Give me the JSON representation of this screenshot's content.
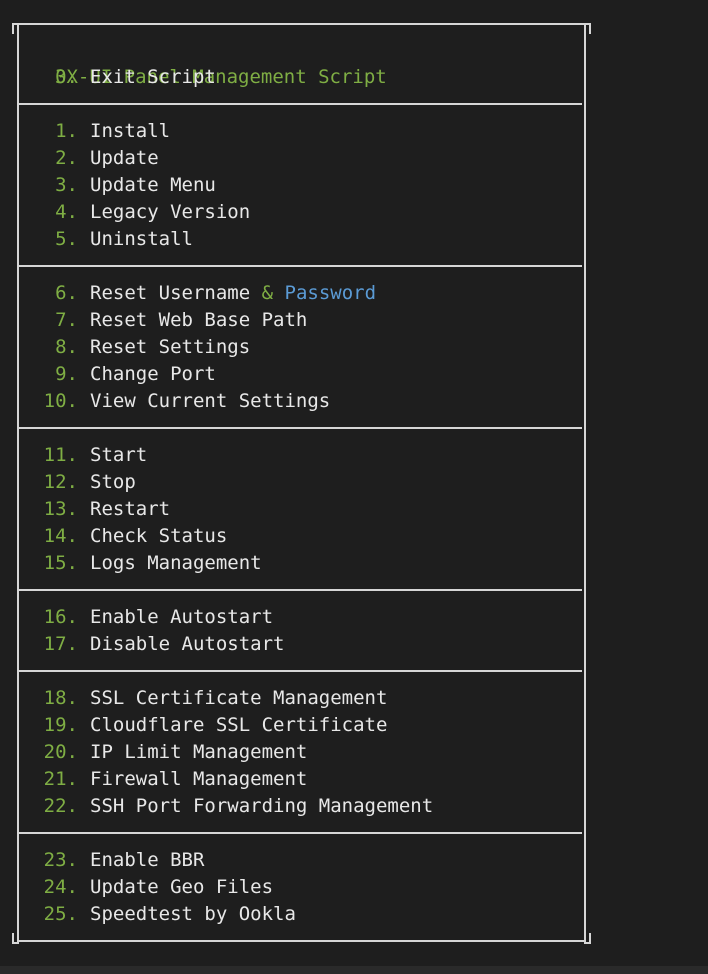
{
  "header": {
    "title": "3X-UI Panel Management Script"
  },
  "colors": {
    "background": "#1e1e1e",
    "number": "#7fae44",
    "text": "#e8e8e8",
    "highlight_blue": "#5b9bd5",
    "border": "#d6d6d6"
  },
  "menu": {
    "groups": [
      [
        {
          "num": "0.",
          "label": "Exit Script"
        }
      ],
      [
        {
          "num": "1.",
          "label": "Install"
        },
        {
          "num": "2.",
          "label": "Update"
        },
        {
          "num": "3.",
          "label": "Update Menu"
        },
        {
          "num": "4.",
          "label": "Legacy Version"
        },
        {
          "num": "5.",
          "label": "Uninstall"
        }
      ],
      [
        {
          "num": "6.",
          "label_pre": "Reset Username",
          "label_amp": "&",
          "label_post": "Password"
        },
        {
          "num": "7.",
          "label": "Reset Web Base Path"
        },
        {
          "num": "8.",
          "label": "Reset Settings"
        },
        {
          "num": "9.",
          "label": "Change Port"
        },
        {
          "num": "10.",
          "label": "View Current Settings"
        }
      ],
      [
        {
          "num": "11.",
          "label": "Start"
        },
        {
          "num": "12.",
          "label": "Stop"
        },
        {
          "num": "13.",
          "label": "Restart"
        },
        {
          "num": "14.",
          "label": "Check Status"
        },
        {
          "num": "15.",
          "label": "Logs Management"
        }
      ],
      [
        {
          "num": "16.",
          "label": "Enable Autostart"
        },
        {
          "num": "17.",
          "label": "Disable Autostart"
        }
      ],
      [
        {
          "num": "18.",
          "label": "SSL Certificate Management"
        },
        {
          "num": "19.",
          "label": "Cloudflare SSL Certificate"
        },
        {
          "num": "20.",
          "label": "IP Limit Management"
        },
        {
          "num": "21.",
          "label": "Firewall Management"
        },
        {
          "num": "22.",
          "label": "SSH Port Forwarding Management"
        }
      ],
      [
        {
          "num": "23.",
          "label": "Enable BBR"
        },
        {
          "num": "24.",
          "label": "Update Geo Files"
        },
        {
          "num": "25.",
          "label": "Speedtest by Ookla"
        }
      ]
    ]
  }
}
